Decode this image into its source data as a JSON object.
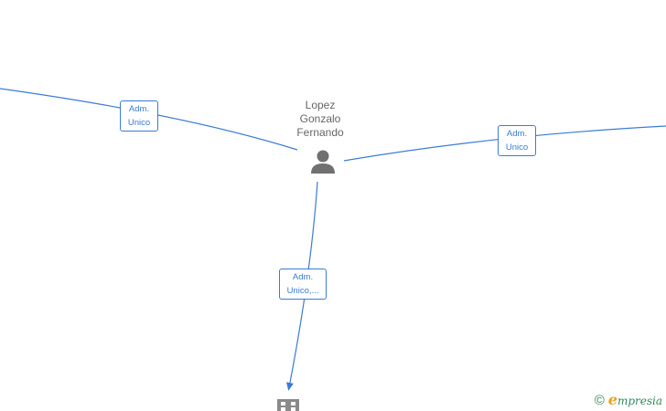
{
  "diagram": {
    "center_person": {
      "name_lines": [
        "Lopez",
        "Gonzalo",
        "Fernando"
      ],
      "icon": "person-icon"
    },
    "edges": [
      {
        "id": "left",
        "label_lines": [
          "Adm.",
          "Unico"
        ]
      },
      {
        "id": "right",
        "label_lines": [
          "Adm.",
          "Unico"
        ]
      },
      {
        "id": "bottom",
        "label_lines": [
          "Adm.",
          "Unico,..."
        ]
      }
    ],
    "bottom_node": {
      "icon": "building-icon"
    }
  },
  "brand": {
    "copyright": "©",
    "initial": "e",
    "name_rest": "mpresia"
  },
  "colors": {
    "edge": "#3a7bd5",
    "person_icon": "#707070",
    "building_icon": "#8a8a8a",
    "brand_green": "#2e8b57",
    "brand_orange": "#e8a21d"
  }
}
